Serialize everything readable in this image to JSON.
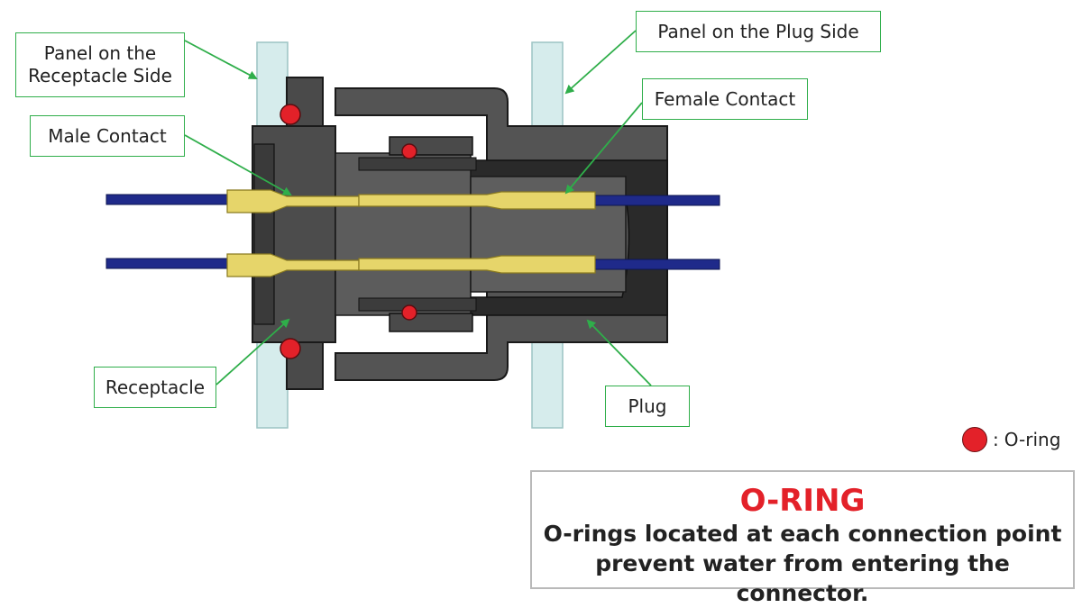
{
  "labels": {
    "panel_receptacle": [
      "Panel on the",
      "Receptacle Side"
    ],
    "panel_plug": "Panel on the Plug Side",
    "male_contact": "Male Contact",
    "female_contact": "Female Contact",
    "receptacle": "Receptacle",
    "plug": "Plug"
  },
  "legend": {
    "separator": ":",
    "label": "O-ring",
    "icon": "o-ring-dot"
  },
  "summary": {
    "title": "O-RING",
    "lines": [
      "O-rings located at each connection point",
      "prevent water from entering the connector."
    ]
  },
  "colors": {
    "o_ring": "#e32129",
    "callout_border": "#2fae4a",
    "wire": "#1f2a8a",
    "contact": "#e6d56a",
    "body": "#505050",
    "panel": "#d6ecec",
    "title": "#e32129"
  }
}
